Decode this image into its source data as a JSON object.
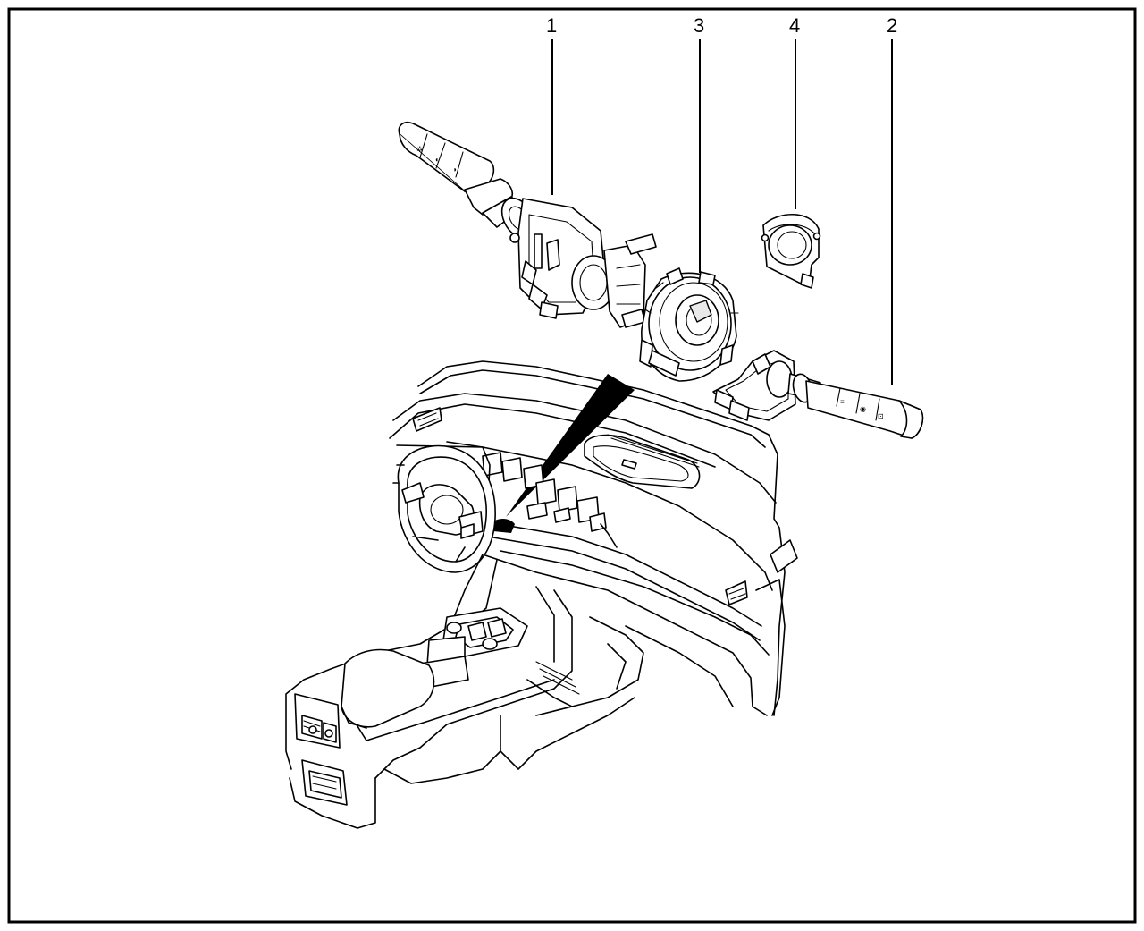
{
  "diagram": {
    "callouts": [
      {
        "id": "1",
        "label": "1"
      },
      {
        "id": "3",
        "label": "3"
      },
      {
        "id": "4",
        "label": "4"
      },
      {
        "id": "2",
        "label": "2"
      }
    ],
    "colors": {
      "line": "#000000",
      "background": "#ffffff",
      "shade": "#e9e9e9"
    }
  }
}
